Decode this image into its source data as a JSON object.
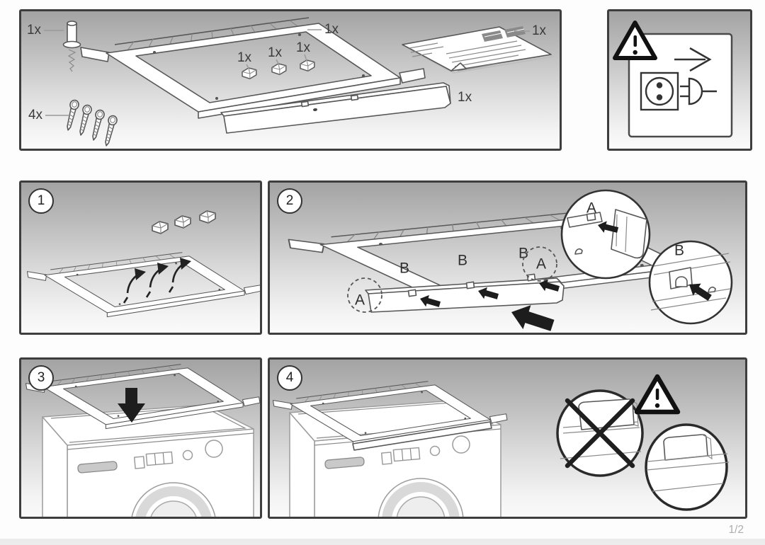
{
  "document": {
    "page_indicator": "1/2"
  },
  "parts_overview": {
    "pin_qty": "1x",
    "frame_qty": "1x",
    "clip1_qty": "1x",
    "clip2_qty": "1x",
    "clip3_qty": "1x",
    "screws_qty": "4x",
    "leaflet_qty": "1x",
    "trim_qty": "1x"
  },
  "warning_panel": {
    "icons": [
      "warning-triangle-icon",
      "arrow-right-icon",
      "power-socket-icon",
      "power-plug-icon"
    ],
    "meaning": "disconnect-mains-plug-before-installation"
  },
  "steps": {
    "step1": {
      "number": "1"
    },
    "step2": {
      "number": "2",
      "detail_a_label": "A",
      "detail_b_label": "B",
      "tab_b1": "B",
      "tab_b2": "B",
      "tab_b3": "B",
      "corner_a1": "A",
      "corner_a2": "A"
    },
    "step3": {
      "number": "3"
    },
    "step4": {
      "number": "4"
    }
  },
  "colors": {
    "panel_border": "#3e3e3e",
    "line_art": "#575757",
    "arrow_black": "#1d1d1d",
    "page_number": "#adadad"
  }
}
